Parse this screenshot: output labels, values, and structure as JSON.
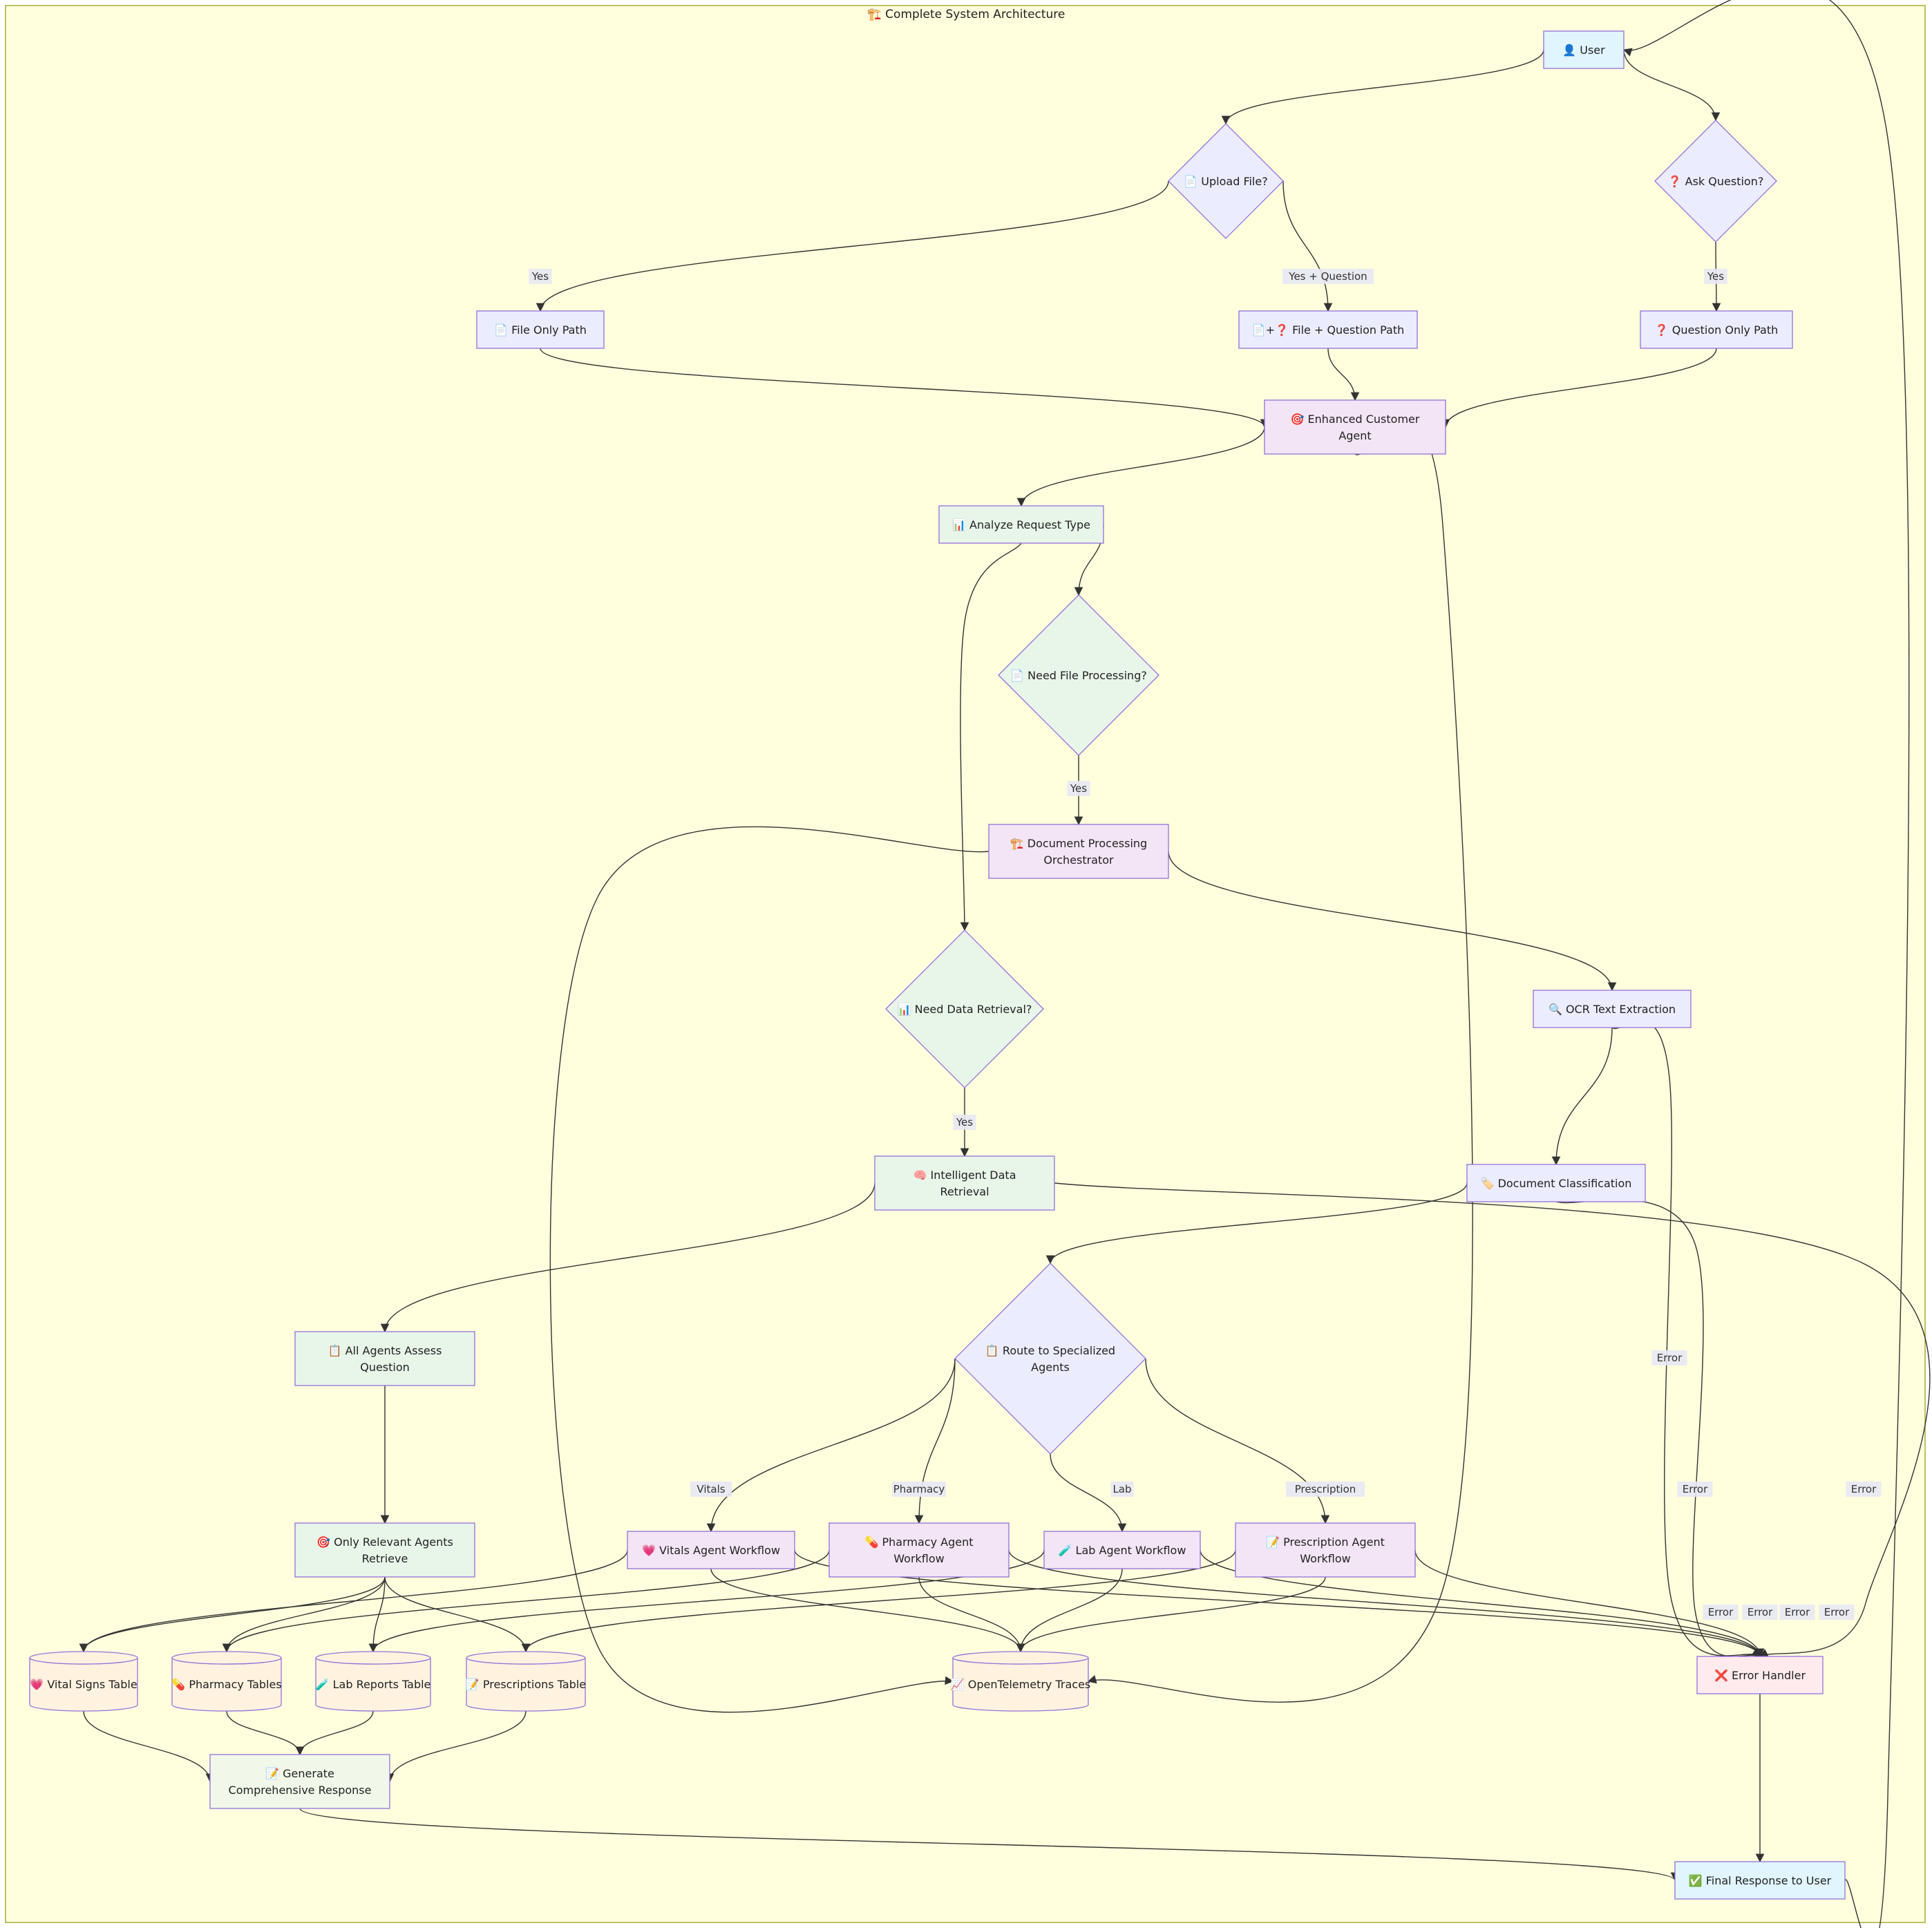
{
  "diagram": {
    "title": "🏗️ Complete System Architecture",
    "colors": {
      "background": "#ffffde",
      "frame": "#aaaa33",
      "edge": "#333333",
      "edge_label_bg": "#e8e8f4",
      "user": "#e1f5fe",
      "purple": "#ececff",
      "pink": "#f3e5f5",
      "green": "#e8f5e9",
      "db": "#fff3e0",
      "error": "#ffebee",
      "response": "#f1f8e9",
      "stroke": "#9370db"
    },
    "nodes": [
      {
        "id": "user",
        "label": "👤 User",
        "shape": "rect",
        "fill": "user"
      },
      {
        "id": "upload",
        "label": "📄 Upload File?",
        "shape": "diamond",
        "fill": "purple"
      },
      {
        "id": "ask",
        "label": "❓ Ask Question?",
        "shape": "diamond",
        "fill": "purple"
      },
      {
        "id": "fileonly",
        "label": "📄 File Only Path",
        "shape": "rect",
        "fill": "purple"
      },
      {
        "id": "fileq",
        "label": "📄+❓ File + Question Path",
        "shape": "rect",
        "fill": "purple"
      },
      {
        "id": "qonly",
        "label": "❓ Question Only Path",
        "shape": "rect",
        "fill": "purple"
      },
      {
        "id": "eca",
        "label": "🎯 Enhanced Customer Agent",
        "shape": "rect",
        "fill": "pink"
      },
      {
        "id": "analyze",
        "label": "📊 Analyze Request Type",
        "shape": "rect",
        "fill": "green"
      },
      {
        "id": "needfile",
        "label": "📄 Need File Processing?",
        "shape": "diamond",
        "fill": "green"
      },
      {
        "id": "docorch",
        "label": "🏗️ Document Processing Orchestrator",
        "shape": "rect",
        "fill": "pink"
      },
      {
        "id": "needdata",
        "label": "📊 Need Data Retrieval?",
        "shape": "diamond",
        "fill": "green"
      },
      {
        "id": "ocr",
        "label": "🔍 OCR Text Extraction",
        "shape": "rect",
        "fill": "purple"
      },
      {
        "id": "idr",
        "label": "🧠 Intelligent Data Retrieval",
        "shape": "rect",
        "fill": "green"
      },
      {
        "id": "docclass",
        "label": "🏷️ Document Classification",
        "shape": "rect",
        "fill": "purple"
      },
      {
        "id": "assess",
        "label": "📋 All Agents Assess Question",
        "shape": "rect",
        "fill": "green"
      },
      {
        "id": "route",
        "label": "📋 Route to Specialized Agents",
        "shape": "diamond",
        "fill": "purple"
      },
      {
        "id": "relevant",
        "label": "🎯 Only Relevant Agents Retrieve",
        "shape": "rect",
        "fill": "green"
      },
      {
        "id": "vitalswf",
        "label": "💗 Vitals Agent Workflow",
        "shape": "rect",
        "fill": "pink"
      },
      {
        "id": "pharmwf",
        "label": "💊 Pharmacy Agent Workflow",
        "shape": "rect",
        "fill": "pink"
      },
      {
        "id": "labwf",
        "label": "🧪 Lab Agent Workflow",
        "shape": "rect",
        "fill": "pink"
      },
      {
        "id": "rxwf",
        "label": "📝 Prescription Agent Workflow",
        "shape": "rect",
        "fill": "pink"
      },
      {
        "id": "vitalstbl",
        "label": "💗 Vital Signs Table",
        "shape": "cyl",
        "fill": "db"
      },
      {
        "id": "pharmtbl",
        "label": "💊 Pharmacy Tables",
        "shape": "cyl",
        "fill": "db"
      },
      {
        "id": "labtbl",
        "label": "🧪 Lab Reports Table",
        "shape": "cyl",
        "fill": "db"
      },
      {
        "id": "rxtbl",
        "label": "📝 Prescriptions Table",
        "shape": "cyl",
        "fill": "db"
      },
      {
        "id": "otel",
        "label": "📈 OpenTelemetry Traces",
        "shape": "cyl",
        "fill": "db"
      },
      {
        "id": "errh",
        "label": "❌ Error Handler",
        "shape": "rect",
        "fill": "error"
      },
      {
        "id": "gen",
        "label": "📝 Generate Comprehensive Response",
        "shape": "rect",
        "fill": "response"
      },
      {
        "id": "final",
        "label": "✅ Final Response to User",
        "shape": "rect",
        "fill": "user"
      }
    ],
    "edges": [
      {
        "from": "user",
        "to": "upload",
        "label": ""
      },
      {
        "from": "user",
        "to": "ask",
        "label": ""
      },
      {
        "from": "upload",
        "to": "fileonly",
        "label": "Yes"
      },
      {
        "from": "upload",
        "to": "fileq",
        "label": "Yes + Question"
      },
      {
        "from": "ask",
        "to": "qonly",
        "label": "Yes"
      },
      {
        "from": "fileonly",
        "to": "eca",
        "label": ""
      },
      {
        "from": "fileq",
        "to": "eca",
        "label": ""
      },
      {
        "from": "qonly",
        "to": "eca",
        "label": ""
      },
      {
        "from": "eca",
        "to": "analyze",
        "label": ""
      },
      {
        "from": "eca",
        "to": "otel",
        "label": ""
      },
      {
        "from": "analyze",
        "to": "needfile",
        "label": ""
      },
      {
        "from": "analyze",
        "to": "needdata",
        "label": ""
      },
      {
        "from": "needfile",
        "to": "docorch",
        "label": "Yes"
      },
      {
        "from": "docorch",
        "to": "ocr",
        "label": ""
      },
      {
        "from": "docorch",
        "to": "otel",
        "label": ""
      },
      {
        "from": "needdata",
        "to": "idr",
        "label": "Yes"
      },
      {
        "from": "ocr",
        "to": "docclass",
        "label": ""
      },
      {
        "from": "ocr",
        "to": "errh",
        "label": "Error"
      },
      {
        "from": "docclass",
        "to": "route",
        "label": ""
      },
      {
        "from": "docclass",
        "to": "errh",
        "label": "Error"
      },
      {
        "from": "idr",
        "to": "assess",
        "label": ""
      },
      {
        "from": "idr",
        "to": "errh",
        "label": "Error"
      },
      {
        "from": "assess",
        "to": "relevant",
        "label": ""
      },
      {
        "from": "route",
        "to": "vitalswf",
        "label": "Vitals"
      },
      {
        "from": "route",
        "to": "pharmwf",
        "label": "Pharmacy"
      },
      {
        "from": "route",
        "to": "labwf",
        "label": "Lab"
      },
      {
        "from": "route",
        "to": "rxwf",
        "label": "Prescription"
      },
      {
        "from": "relevant",
        "to": "vitalstbl",
        "label": ""
      },
      {
        "from": "relevant",
        "to": "pharmtbl",
        "label": ""
      },
      {
        "from": "relevant",
        "to": "labtbl",
        "label": ""
      },
      {
        "from": "relevant",
        "to": "rxtbl",
        "label": ""
      },
      {
        "from": "vitalswf",
        "to": "vitalstbl",
        "label": ""
      },
      {
        "from": "vitalswf",
        "to": "otel",
        "label": ""
      },
      {
        "from": "vitalswf",
        "to": "errh",
        "label": "Error"
      },
      {
        "from": "pharmwf",
        "to": "pharmtbl",
        "label": ""
      },
      {
        "from": "pharmwf",
        "to": "otel",
        "label": ""
      },
      {
        "from": "pharmwf",
        "to": "errh",
        "label": "Error"
      },
      {
        "from": "labwf",
        "to": "labtbl",
        "label": ""
      },
      {
        "from": "labwf",
        "to": "otel",
        "label": ""
      },
      {
        "from": "labwf",
        "to": "errh",
        "label": "Error"
      },
      {
        "from": "rxwf",
        "to": "rxtbl",
        "label": ""
      },
      {
        "from": "rxwf",
        "to": "otel",
        "label": ""
      },
      {
        "from": "rxwf",
        "to": "errh",
        "label": "Error"
      },
      {
        "from": "vitalstbl",
        "to": "gen",
        "label": ""
      },
      {
        "from": "pharmtbl",
        "to": "gen",
        "label": ""
      },
      {
        "from": "labtbl",
        "to": "gen",
        "label": ""
      },
      {
        "from": "rxtbl",
        "to": "gen",
        "label": ""
      },
      {
        "from": "gen",
        "to": "final",
        "label": ""
      },
      {
        "from": "errh",
        "to": "final",
        "label": ""
      },
      {
        "from": "final",
        "to": "user",
        "label": ""
      }
    ]
  }
}
